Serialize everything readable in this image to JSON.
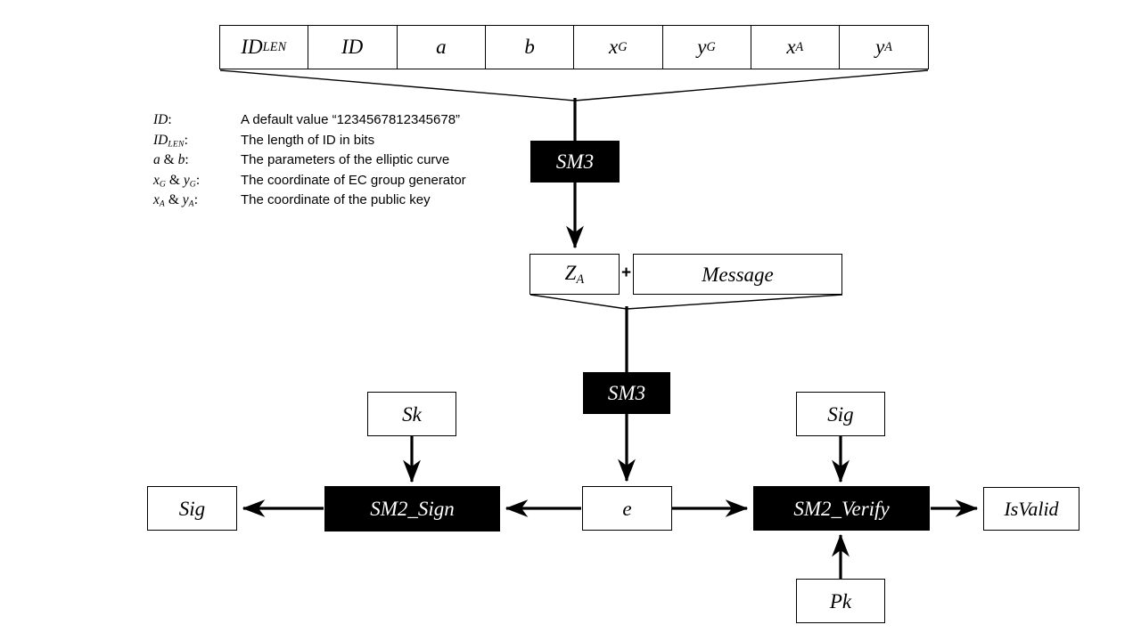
{
  "diagram": {
    "title": "SM2 signature and verification data flow",
    "colors": {
      "line": "#000000",
      "box_fill": "#ffffff",
      "black_box_fill": "#000000",
      "black_box_text": "#ffffff"
    }
  },
  "param_table": {
    "cells": [
      {
        "base": "ID",
        "sub": "LEN"
      },
      {
        "base": "ID",
        "sub": ""
      },
      {
        "base": "a",
        "sub": ""
      },
      {
        "base": "b",
        "sub": ""
      },
      {
        "base": "x",
        "sub": "G"
      },
      {
        "base": "y",
        "sub": "G"
      },
      {
        "base": "x",
        "sub": "A"
      },
      {
        "base": "y",
        "sub": "A"
      }
    ]
  },
  "legend": {
    "rows": [
      {
        "key_base": "ID",
        "key_sub": "",
        "key_tail": ":",
        "value": "A default value “1234567812345678”"
      },
      {
        "key_base": "ID",
        "key_sub": "LEN",
        "key_tail": ":",
        "value": "The length of ID in bits"
      },
      {
        "key_base": "a",
        "key_sub": "",
        "key_tail": " & b:",
        "value": "The parameters of the elliptic curve"
      },
      {
        "key_base": "x",
        "key_sub": "G",
        "key_tail": " & y_G:",
        "value": "The coordinate of EC group generator"
      },
      {
        "key_base": "x",
        "key_sub": "A",
        "key_tail": " & y_A:",
        "value": "The coordinate of the public key"
      }
    ]
  },
  "nodes": {
    "sm3_top": "SM3",
    "za": {
      "base": "Z",
      "sub": "A"
    },
    "plus": "+",
    "message": "Message",
    "sm3_mid": "SM3",
    "sk": "Sk",
    "sig_in": "Sig",
    "sig_out": "Sig",
    "sm2_sign": "SM2_Sign",
    "e": "e",
    "sm2_verify": "SM2_Verify",
    "isvalid": "IsValid",
    "pk": "Pk"
  }
}
